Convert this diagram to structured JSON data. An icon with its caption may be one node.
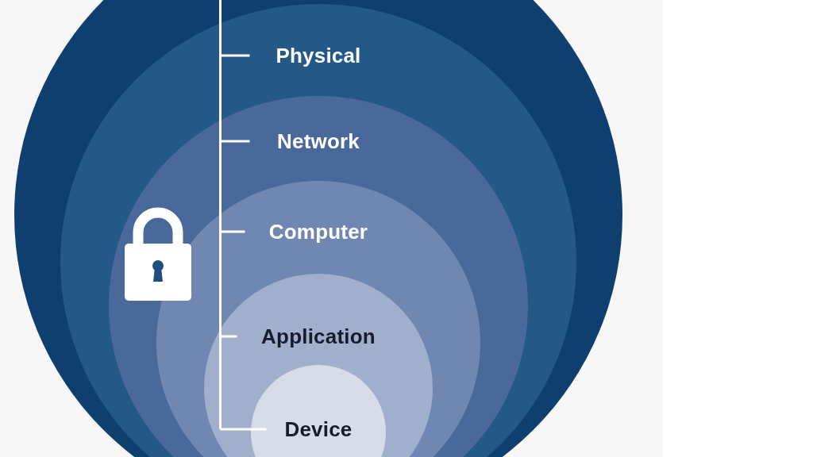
{
  "diagram": {
    "nodes": [
      {
        "text": [],
        "shape": "circle"
      },
      {
        "text": [
          "Physical"
        ],
        "in": 0
      },
      {
        "text": [
          "Network"
        ],
        "in": 1
      },
      {
        "text": [
          "Computer"
        ],
        "in": 2
      },
      {
        "text": [
          "Application"
        ],
        "in": 3
      },
      {
        "text": [
          "Device"
        ],
        "in": 4
      }
    ]
  }
}
